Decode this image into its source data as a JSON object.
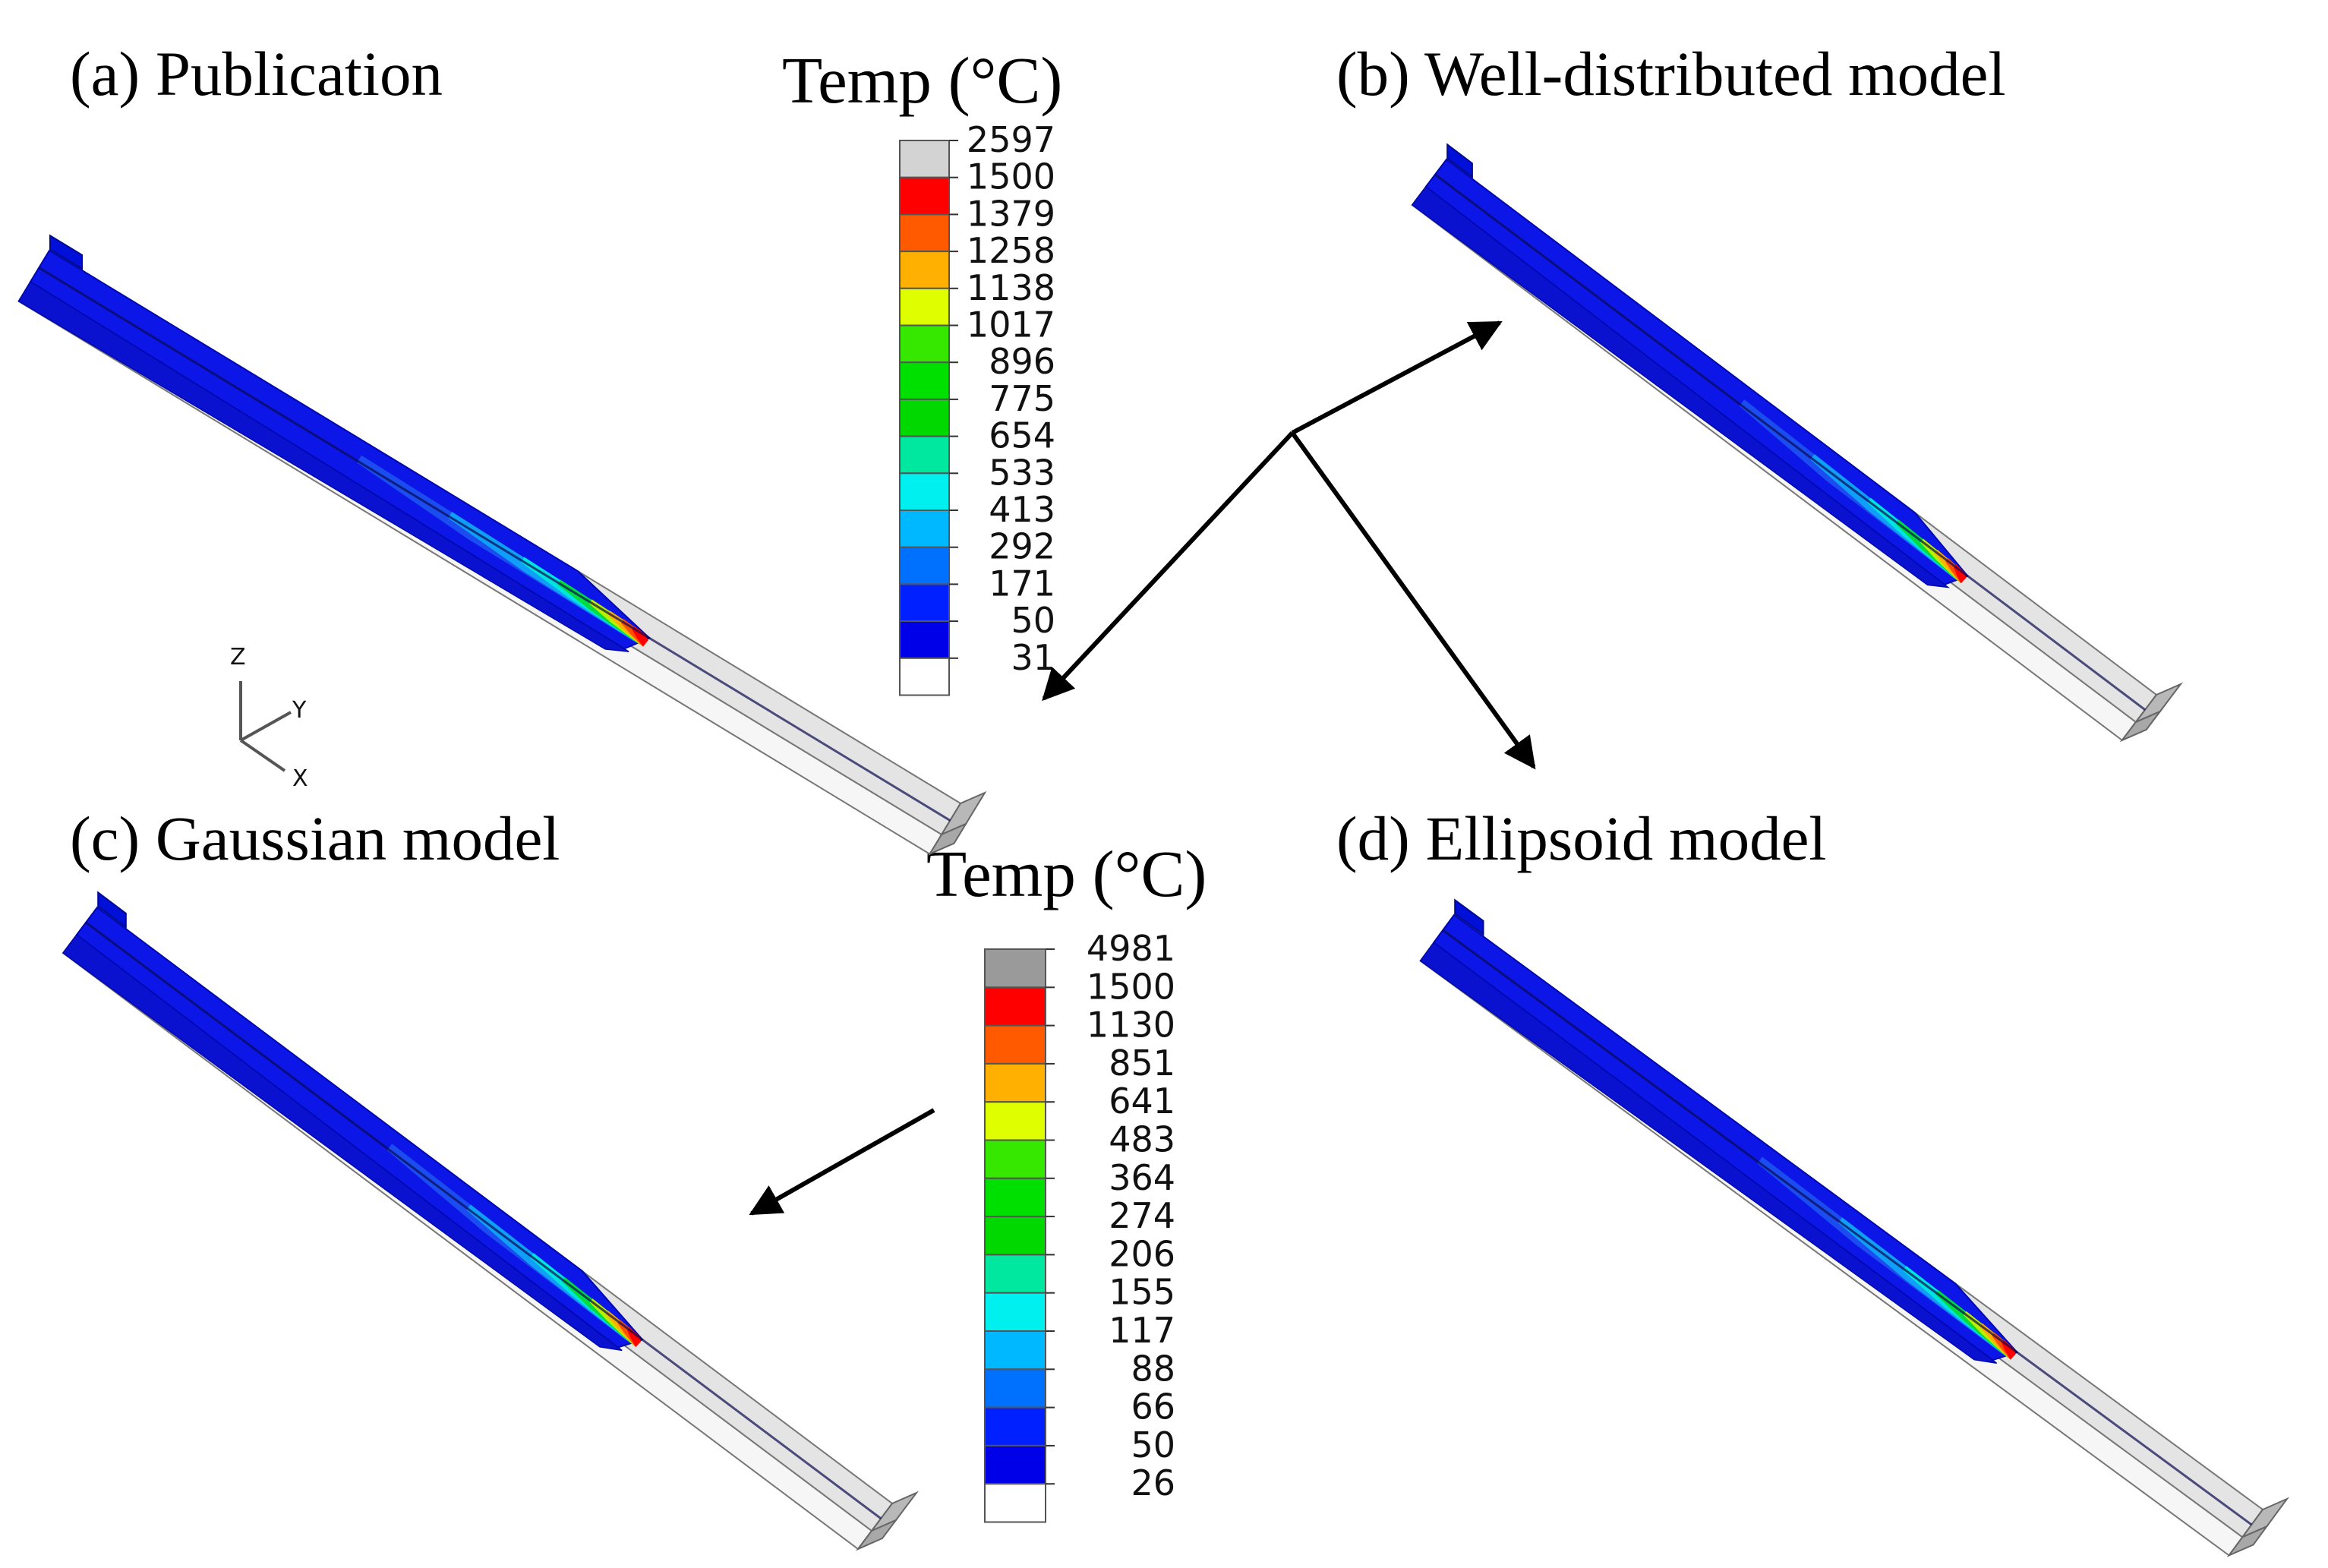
{
  "panels": [
    {
      "title": "(a) Publication"
    },
    {
      "title": "(b) Well-distributed model"
    },
    {
      "title": "(c) Gaussian model"
    },
    {
      "title": "(d) Ellipsoid model"
    }
  ],
  "legends": [
    {
      "title": "Temp (°C)",
      "labels": [
        "2597",
        "1500",
        "1379",
        "1258",
        "1138",
        "1017",
        "896",
        "775",
        "654",
        "533",
        "413",
        "292",
        "171",
        "50",
        "31"
      ],
      "colors": [
        "#d3d3d3",
        "#ff0000",
        "#ff5a00",
        "#ffb000",
        "#dfff00",
        "#36e800",
        "#00e000",
        "#00d800",
        "#00e8a0",
        "#00f0f0",
        "#00b8ff",
        "#0070ff",
        "#0020ff",
        "#0000e8",
        "#ffffff"
      ]
    },
    {
      "title": "Temp (°C)",
      "labels": [
        "4981",
        "1500",
        "1130",
        "851",
        "641",
        "483",
        "364",
        "274",
        "206",
        "155",
        "117",
        "88",
        "66",
        "50",
        "26"
      ],
      "colors": [
        "#9a9a9a",
        "#ff0000",
        "#ff5a00",
        "#ffb000",
        "#dfff00",
        "#36e800",
        "#00e000",
        "#00d800",
        "#00e8a0",
        "#00f0f0",
        "#00b8ff",
        "#0070ff",
        "#0020ff",
        "#0000e8",
        "#ffffff"
      ]
    }
  ],
  "triad": {
    "z": "Z",
    "y": "Y",
    "x": "X"
  },
  "colors": {
    "hot": "#ff0000",
    "cold": "#0000e8",
    "unheated": "#e4e4e4",
    "arrow": "#000000"
  }
}
